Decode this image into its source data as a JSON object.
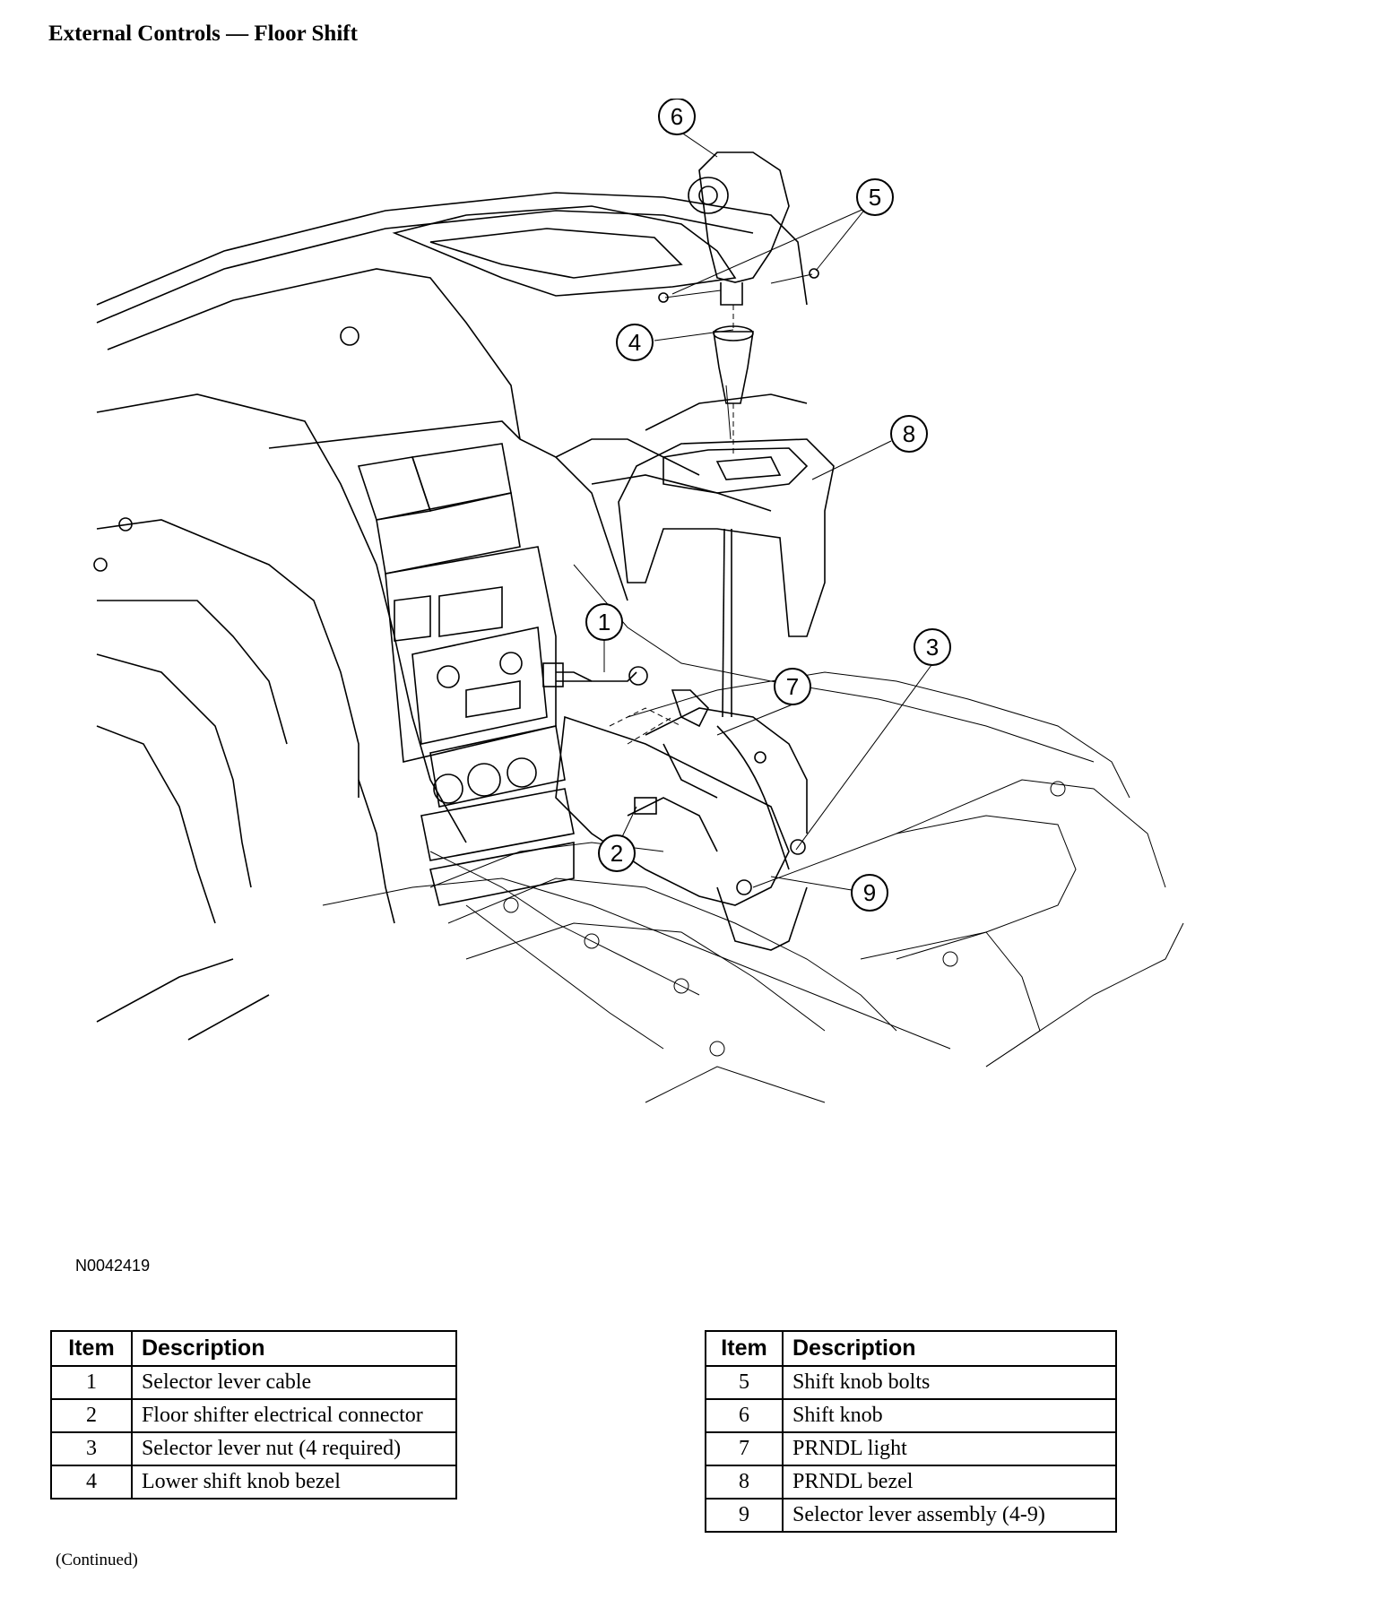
{
  "title": "External Controls — Floor Shift",
  "figure_id": "N0042419",
  "callouts": [
    "1",
    "2",
    "3",
    "4",
    "5",
    "6",
    "7",
    "8",
    "9"
  ],
  "table_header": {
    "item": "Item",
    "description": "Description"
  },
  "table_left": [
    {
      "item": "1",
      "description": "Selector lever cable"
    },
    {
      "item": "2",
      "description": "Floor shifter electrical connector"
    },
    {
      "item": "3",
      "description": "Selector lever nut (4 required)"
    },
    {
      "item": "4",
      "description": "Lower shift knob bezel"
    }
  ],
  "table_right": [
    {
      "item": "5",
      "description": "Shift knob bolts"
    },
    {
      "item": "6",
      "description": "Shift knob"
    },
    {
      "item": "7",
      "description": "PRNDL light"
    },
    {
      "item": "8",
      "description": "PRNDL bezel"
    },
    {
      "item": "9",
      "description": "Selector lever assembly (4-9)"
    }
  ],
  "continued": "(Continued)"
}
